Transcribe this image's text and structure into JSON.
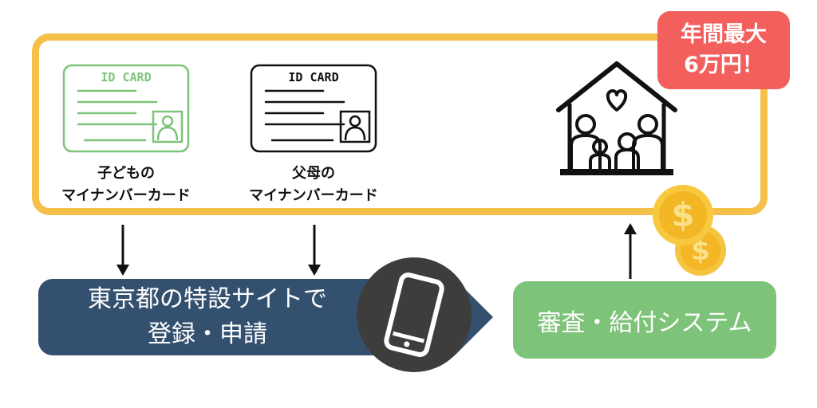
{
  "badge": {
    "line1": "年間最大",
    "line2": "6万円！"
  },
  "cards": {
    "child": {
      "card_text": "ID CARD",
      "label_line1": "子どもの",
      "label_line2": "マイナンバーカード"
    },
    "parent": {
      "card_text": "ID CARD",
      "label_line1": "父母の",
      "label_line2": "マイナンバーカード"
    }
  },
  "steps": {
    "register": {
      "line1": "東京都の特設サイトで",
      "line2": "登録・申請"
    },
    "review": {
      "label": "審査・給付システム"
    }
  },
  "colors": {
    "frame": "#f5c04a",
    "badge": "#f25f5c",
    "blue_bar": "#34506f",
    "green_box": "#7ec37a",
    "child_card": "#7ec37a",
    "phone_circle": "#3f3c3c",
    "coin": "#f3b625"
  },
  "icons": [
    "id-card-icon",
    "family-house-icon",
    "smartphone-icon",
    "dollar-coin-icon"
  ]
}
